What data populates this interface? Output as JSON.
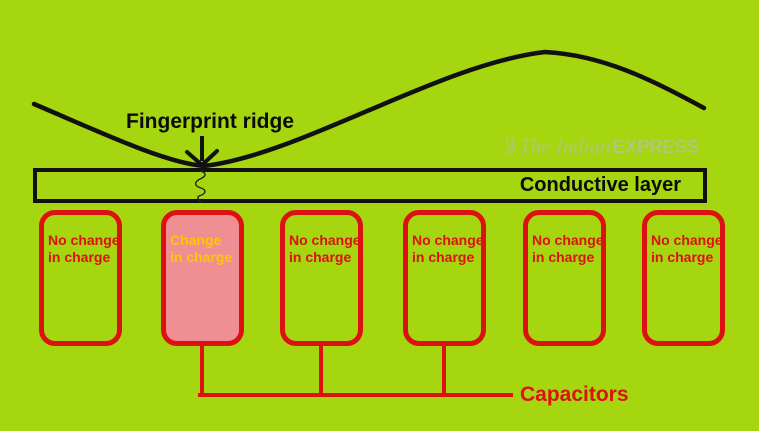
{
  "diagram": {
    "ridge_label": "Fingerprint ridge",
    "conductive_layer_label": "Conductive layer",
    "capacitors_label": "Capacitors",
    "cells": [
      {
        "line1": "No change",
        "line2": "in charge",
        "state": "no-change"
      },
      {
        "line1": "Change",
        "line2": "in charge",
        "state": "change"
      },
      {
        "line1": "No change",
        "line2": "in charge",
        "state": "no-change"
      },
      {
        "line1": "No change",
        "line2": "in charge",
        "state": "no-change"
      },
      {
        "line1": "No change",
        "line2": "in charge",
        "state": "no-change"
      },
      {
        "line1": "No change",
        "line2": "in charge",
        "state": "no-change"
      }
    ]
  },
  "watermark": {
    "icon": "express-flame-icon",
    "name_serif": "The Indian",
    "name_bold": "EXPRESS"
  },
  "colors": {
    "background": "#a5d610",
    "ink": "#111111",
    "red": "#dd1111",
    "cell_change_fill": "#ef8e93",
    "cell_change_text": "#fdc701",
    "watermark": "#b9beaf"
  }
}
